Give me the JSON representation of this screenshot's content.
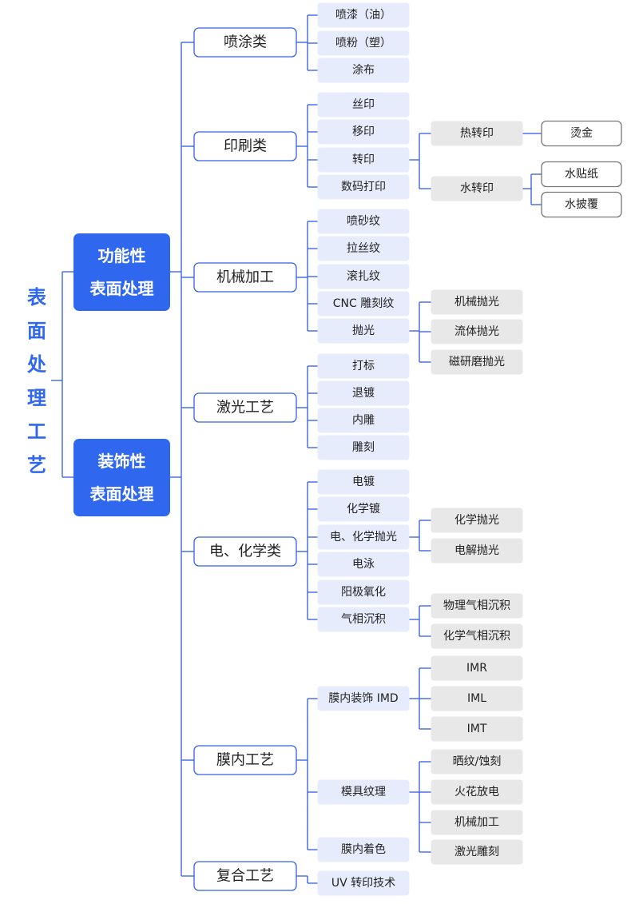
{
  "root": {
    "chars": [
      "表",
      "面",
      "处",
      "理",
      "工",
      "艺"
    ]
  },
  "categories": [
    {
      "line1": "功能性",
      "line2": "表面处理"
    },
    {
      "line1": "装饰性",
      "line2": "表面处理"
    }
  ],
  "groups": [
    {
      "label": "喷涂类",
      "items": [
        {
          "label": "喷漆（油）"
        },
        {
          "label": "喷粉（塑）"
        },
        {
          "label": "涂布"
        }
      ]
    },
    {
      "label": "印刷类",
      "items": [
        {
          "label": "丝印"
        },
        {
          "label": "移印"
        },
        {
          "label": "转印",
          "children": [
            {
              "label": "热转印",
              "children": [
                {
                  "label": "烫金"
                }
              ]
            },
            {
              "label": "水转印",
              "children": [
                {
                  "label": "水贴纸"
                },
                {
                  "label": "水披覆"
                }
              ]
            }
          ]
        },
        {
          "label": "数码打印"
        }
      ]
    },
    {
      "label": "机械加工",
      "items": [
        {
          "label": "喷砂纹"
        },
        {
          "label": "拉丝纹"
        },
        {
          "label": "滚扎纹"
        },
        {
          "label": "CNC 雕刻纹"
        },
        {
          "label": "抛光",
          "children": [
            {
              "label": "机械抛光"
            },
            {
              "label": "流体抛光"
            },
            {
              "label": "磁研磨抛光"
            }
          ]
        }
      ]
    },
    {
      "label": "激光工艺",
      "items": [
        {
          "label": "打标"
        },
        {
          "label": "退镀"
        },
        {
          "label": "内雕"
        },
        {
          "label": "雕刻"
        }
      ]
    },
    {
      "label": "电、化学类",
      "items": [
        {
          "label": "电镀"
        },
        {
          "label": "化学镀"
        },
        {
          "label": "电、化学抛光",
          "children": [
            {
              "label": "化学抛光"
            },
            {
              "label": "电解抛光"
            }
          ]
        },
        {
          "label": "电泳"
        },
        {
          "label": "阳极氧化"
        },
        {
          "label": "气相沉积",
          "children": [
            {
              "label": "物理气相沉积"
            },
            {
              "label": "化学气相沉积"
            }
          ]
        }
      ]
    },
    {
      "label": "膜内工艺",
      "items": [
        {
          "label": "膜内装饰 IMD",
          "children": [
            {
              "label": "IMR"
            },
            {
              "label": "IML"
            },
            {
              "label": "IMT"
            }
          ]
        },
        {
          "label": "模具纹理",
          "children": [
            {
              "label": "晒纹/蚀刻"
            },
            {
              "label": "火花放电"
            },
            {
              "label": "机械加工"
            },
            {
              "label": "激光雕刻"
            }
          ]
        },
        {
          "label": "膜内着色"
        }
      ]
    },
    {
      "label": "复合工艺",
      "items": [
        {
          "label": "UV 转印技术"
        }
      ]
    }
  ],
  "colors": {
    "accent": "#2f67ee",
    "line": "#3f67e6",
    "group_border": "#3461e3",
    "item_fill": "#e7ecfd",
    "sub_fill": "#e8e8e8",
    "leaf_border": "#777777",
    "text": "#222222"
  }
}
